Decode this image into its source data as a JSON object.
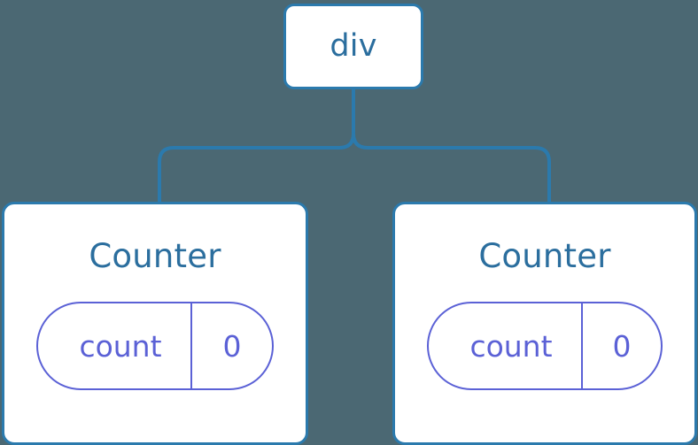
{
  "canvas": {
    "background_color": "#4b6873",
    "node_border_color": "#2b7aad",
    "node_fill_color": "#ffffff",
    "node_title_color": "#2b6e9e",
    "pill_color": "#5b61d6",
    "connector_color": "#2b7aad"
  },
  "tree": {
    "root": {
      "label": "div"
    },
    "children": [
      {
        "label": "Counter",
        "state": {
          "key": "count",
          "value": "0"
        }
      },
      {
        "label": "Counter",
        "state": {
          "key": "count",
          "value": "0"
        }
      }
    ]
  }
}
